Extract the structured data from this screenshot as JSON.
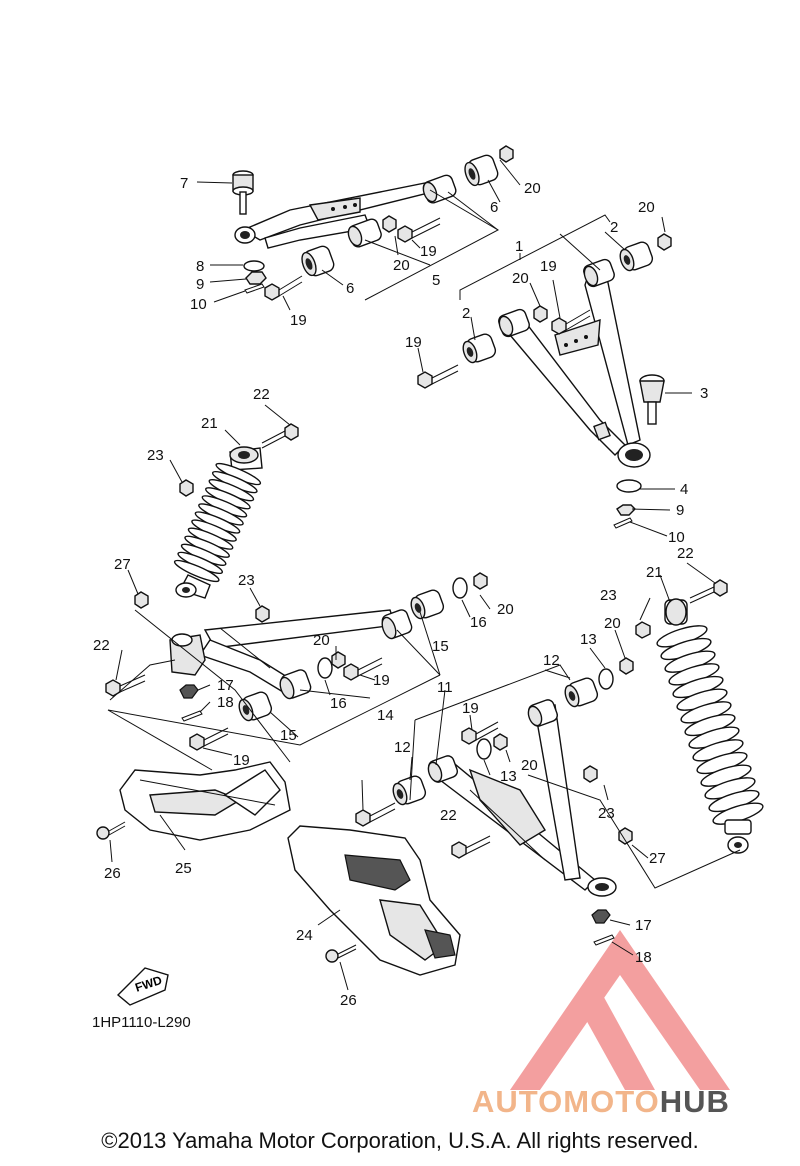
{
  "diagram_code": "1HP1110-L290",
  "direction_badge": "FWD",
  "copyright": "©2013 Yamaha Motor Corporation, U.S.A. All rights reserved.",
  "watermark": {
    "part1": "AUTOMOTO",
    "part2": "HUB",
    "color_primary": "#f08080",
    "color_text": "#f2b58a"
  },
  "callouts": {
    "c1": "1",
    "c2a": "2",
    "c2b": "2",
    "c3": "3",
    "c4": "4",
    "c5": "5",
    "c6a": "6",
    "c6b": "6",
    "c7": "7",
    "c8": "8",
    "c9a": "9",
    "c9b": "9",
    "c10a": "10",
    "c10b": "10",
    "c11": "11",
    "c12a": "12",
    "c12b": "12",
    "c13a": "13",
    "c13b": "13",
    "c14": "14",
    "c15a": "15",
    "c15b": "15",
    "c16a": "16",
    "c16b": "16",
    "c17a": "17",
    "c17b": "17",
    "c18a": "18",
    "c18b": "18",
    "c19a": "19",
    "c19b": "19",
    "c19c": "19",
    "c19d": "19",
    "c19e": "19",
    "c19f": "19",
    "c19g": "19",
    "c20a": "20",
    "c20b": "20",
    "c20c": "20",
    "c20d": "20",
    "c20e": "20",
    "c20f": "20",
    "c20g": "20",
    "c21a": "21",
    "c21b": "21",
    "c22a": "22",
    "c22b": "22",
    "c22c": "22",
    "c22d": "22",
    "c23a": "23",
    "c23b": "23",
    "c23c": "23",
    "c23d": "23",
    "c24": "24",
    "c25": "25",
    "c26a": "26",
    "c26b": "26",
    "c27a": "27",
    "c27b": "27"
  }
}
